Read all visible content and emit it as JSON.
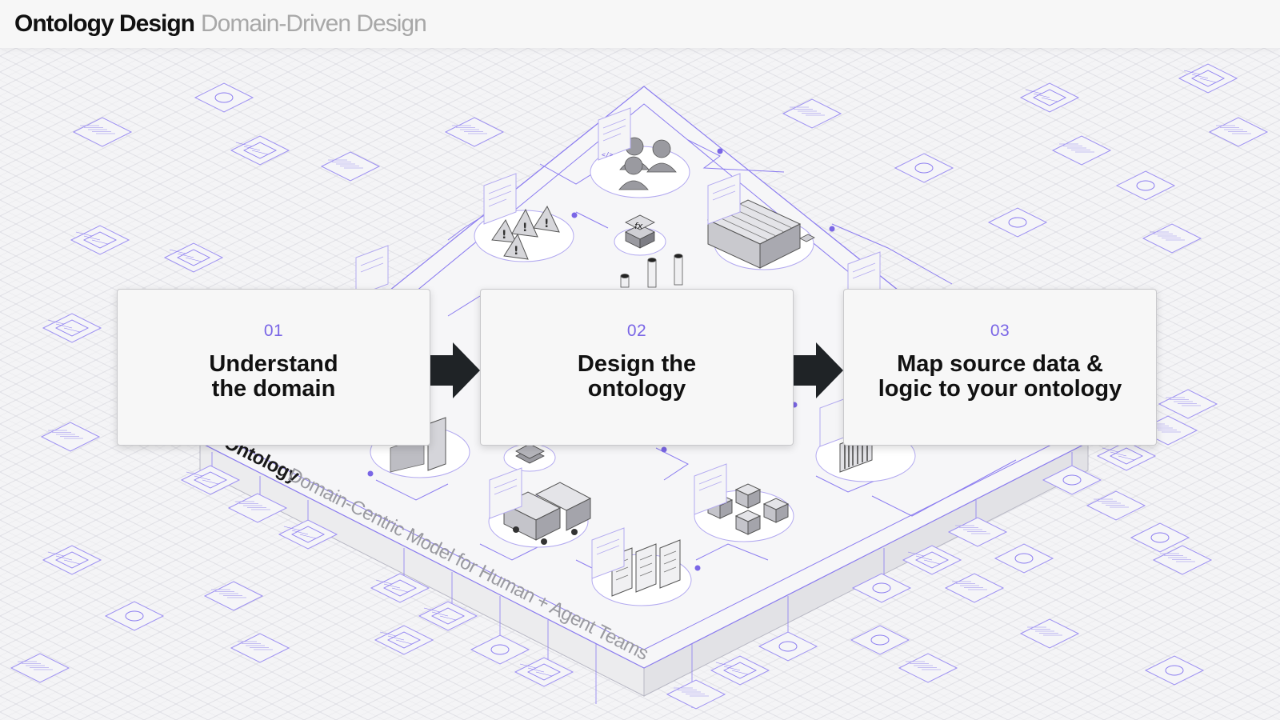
{
  "header": {
    "title": "Ontology Design",
    "subtitle": "Domain-Driven Design"
  },
  "platform": {
    "brand": "Ontology",
    "tagline": "Domain-Centric Model for Human + Agent Teams"
  },
  "steps": [
    {
      "number": "01",
      "title_line1": "Understand",
      "title_line2": "the domain"
    },
    {
      "number": "02",
      "title_line1": "Design the",
      "title_line2": "ontology"
    },
    {
      "number": "03",
      "title_line1": "Map source data &",
      "title_line2": "logic to your ontology"
    }
  ],
  "icon_labels": {
    "code": "</>",
    "function": "fx"
  },
  "colors": {
    "accent": "#7a66e6",
    "line": "#8b7cf0",
    "arrow": "#1f2326",
    "card_bg": "#f7f7f7",
    "text": "#111111",
    "muted": "#a8a8a8"
  },
  "scene_icons": [
    "people-group-icon",
    "warning-signs-icon",
    "database-stack-icon",
    "warehouse-icon",
    "delivery-trucks-icon",
    "checklists-icon",
    "package-boxes-icon",
    "mobile-phone-icon",
    "barcode-scanner-icon",
    "document-card-icon",
    "table-card-icon",
    "cloud-card-icon"
  ]
}
